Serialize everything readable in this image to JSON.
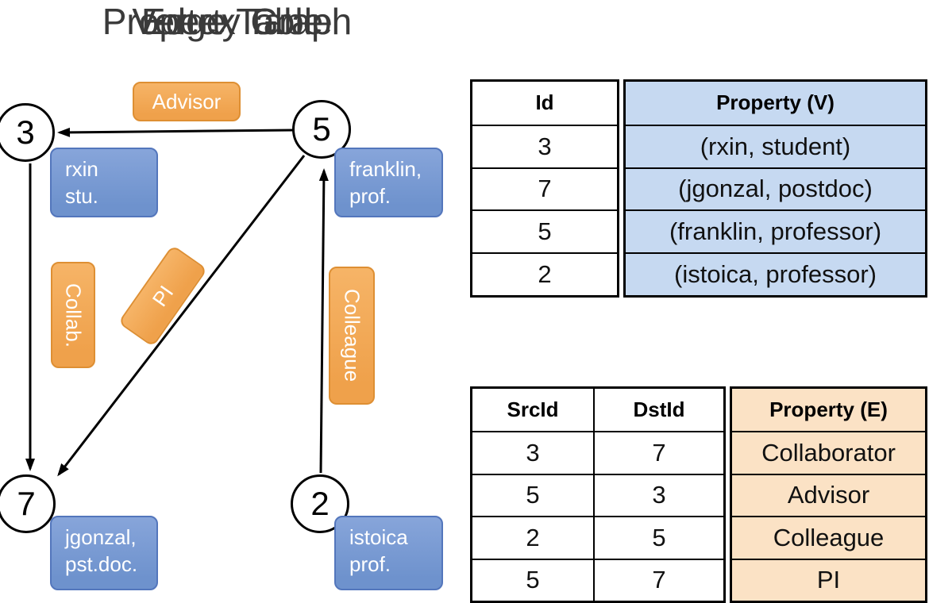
{
  "titles": {
    "graph": "Property Graph",
    "vertex_table": "Vertex Table",
    "edge_table": "Edge Table"
  },
  "graph": {
    "nodes": {
      "n3": "3",
      "n5": "5",
      "n7": "7",
      "n2": "2"
    },
    "vertex_props": {
      "v3": {
        "line1": "rxin",
        "line2": "stu."
      },
      "v5": {
        "line1": "franklin,",
        "line2": "prof."
      },
      "v7": {
        "line1": "jgonzal,",
        "line2": "pst.doc."
      },
      "v2": {
        "line1": "istoica",
        "line2": "prof."
      }
    },
    "edge_labels": {
      "advisor": "Advisor",
      "collab": "Collab.",
      "pi": "PI",
      "colleague": "Colleague"
    }
  },
  "vertex_table": {
    "headers": {
      "id": "Id",
      "property": "Property (V)"
    },
    "rows": [
      {
        "id": "3",
        "property": "(rxin, student)"
      },
      {
        "id": "7",
        "property": "(jgonzal, postdoc)"
      },
      {
        "id": "5",
        "property": "(franklin, professor)"
      },
      {
        "id": "2",
        "property": "(istoica, professor)"
      }
    ]
  },
  "edge_table": {
    "headers": {
      "src": "SrcId",
      "dst": "DstId",
      "property": "Property (E)"
    },
    "rows": [
      {
        "src": "3",
        "dst": "7",
        "property": "Collaborator"
      },
      {
        "src": "5",
        "dst": "3",
        "property": "Advisor"
      },
      {
        "src": "2",
        "dst": "5",
        "property": "Colleague"
      },
      {
        "src": "5",
        "dst": "7",
        "property": "PI"
      }
    ]
  },
  "colors": {
    "edge_label_fill": "#EFA14B",
    "edge_label_border": "#DE8F33",
    "vertex_label_fill": "#6E92CD",
    "vertex_label_border": "#5376BC",
    "vertex_cell_bg": "#C6D9F1",
    "edge_cell_bg": "#FBE2C5",
    "arrow": "#000000"
  }
}
